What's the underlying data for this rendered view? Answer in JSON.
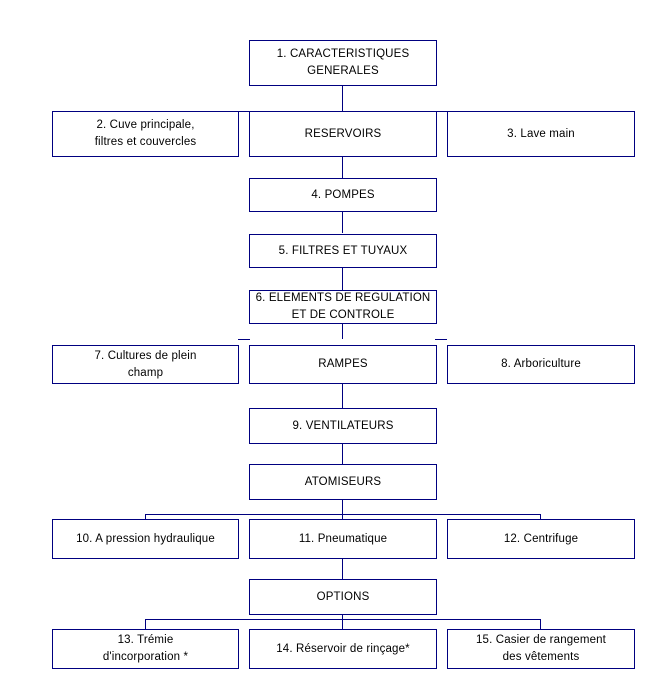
{
  "diagram": {
    "title": "Caracteristiques generales - organigramme",
    "border_color": "#000080",
    "text_color": "#000000",
    "background_color": "#ffffff",
    "nodes": [
      {
        "id": "n1",
        "label": "1. CARACTERISTIQUES\nGENERALES"
      },
      {
        "id": "n2",
        "label": "2. Cuve principale,\nfiltres et couvercles"
      },
      {
        "id": "reservoirs",
        "label": "RESERVOIRS"
      },
      {
        "id": "n3",
        "label": "3. Lave main"
      },
      {
        "id": "n4",
        "label": "4. POMPES"
      },
      {
        "id": "n5",
        "label": "5. FILTRES ET TUYAUX"
      },
      {
        "id": "n6",
        "label": "6. ELEMENTS DE REGULATION\nET DE CONTROLE"
      },
      {
        "id": "n7",
        "label": "7. Cultures de plein\nchamp"
      },
      {
        "id": "rampes",
        "label": "RAMPES"
      },
      {
        "id": "n8",
        "label": "8. Arboriculture"
      },
      {
        "id": "n9",
        "label": "9. VENTILATEURS"
      },
      {
        "id": "atomiseurs",
        "label": "ATOMISEURS"
      },
      {
        "id": "n10",
        "label": "10. A pression hydraulique"
      },
      {
        "id": "n11",
        "label": "11. Pneumatique"
      },
      {
        "id": "n12",
        "label": "12. Centrifuge"
      },
      {
        "id": "options",
        "label": "OPTIONS"
      },
      {
        "id": "n13",
        "label": "13. Trémie\nd'incorporation *"
      },
      {
        "id": "n14",
        "label": "14. Réservoir de rinçage*"
      },
      {
        "id": "n15",
        "label": "15. Casier de rangement\ndes vêtements"
      }
    ]
  }
}
